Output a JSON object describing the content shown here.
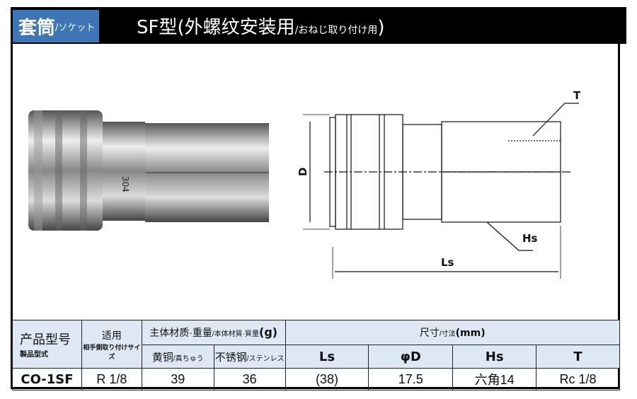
{
  "header": {
    "category": "套筒",
    "category_sub": "/ソケット",
    "title": "SF型(外螺纹安装用",
    "title_sub": "/おねじ取り付け用",
    ")": ")",
    "close": ")"
  },
  "drawing": {
    "photo_marking": "304",
    "labels": {
      "T": "T",
      "D": "D",
      "Hs": "Hs",
      "Ls": "Ls"
    }
  },
  "table": {
    "col_model": "产品型号",
    "col_model_sub": "製品型式",
    "col_fit": "适用",
    "col_fit_sub": "相手側取り付けサイズ",
    "col_material": "主体材质·重量",
    "col_material_sub": "/本体材質·質量",
    "col_material_unit": "(g)",
    "col_brass": "黄铜",
    "col_brass_sub": "/真ちゅう",
    "col_steel": "不锈钢",
    "col_steel_sub": "/ステンレス",
    "col_dim": "尺寸",
    "col_dim_sub": "/寸法",
    "col_dim_unit": "(mm)",
    "dims": [
      "Ls",
      "φD",
      "Hs",
      "T"
    ],
    "row": {
      "model": "CO-1SF",
      "fit": "R 1/8",
      "brass": "39",
      "steel": "36",
      "ls": "(38)",
      "d": "17.5",
      "hs": "六角14",
      "t": "Rc 1/8"
    }
  }
}
